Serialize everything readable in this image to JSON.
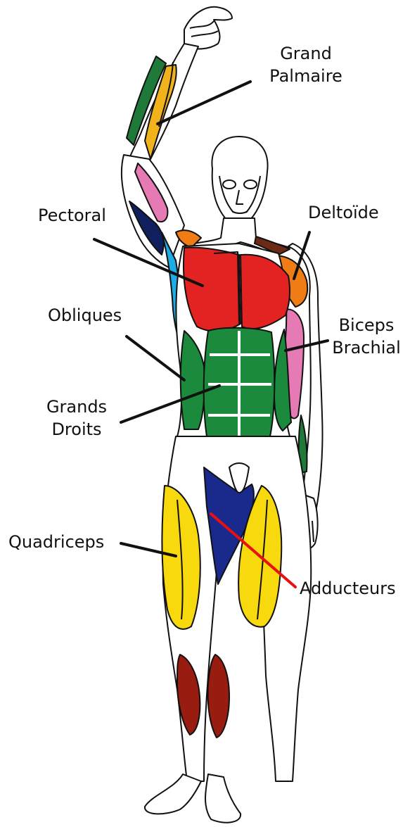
{
  "labels": {
    "grand_palmaire": [
      "Grand",
      "Palmaire"
    ],
    "pectoral": "Pectoral",
    "deltoide": "Deltoïde",
    "obliques": "Obliques",
    "biceps_brachial": [
      "Biceps",
      "Brachial"
    ],
    "grands_droits": [
      "Grands",
      "Droits"
    ],
    "quadriceps": "Quadriceps",
    "adducteurs": "Adducteurs"
  },
  "colors": {
    "outline": "#111111",
    "skin": "#ffffff",
    "pectoral": "#e32222",
    "abdominals": "#1c8a3c",
    "forearm_green": "#1f7a3a",
    "forearm_yellow": "#f2b21c",
    "deltoid": "#f07c16",
    "biceps": "#e57ab4",
    "triceps": "#1dace6",
    "lat_navy": "#10205e",
    "adductors": "#1a2a8c",
    "quadriceps": "#f8d90e",
    "calves": "#981c10",
    "neck": "#6b2a14",
    "leader_line": "#111111",
    "adducteurs_line": "#e81010"
  }
}
